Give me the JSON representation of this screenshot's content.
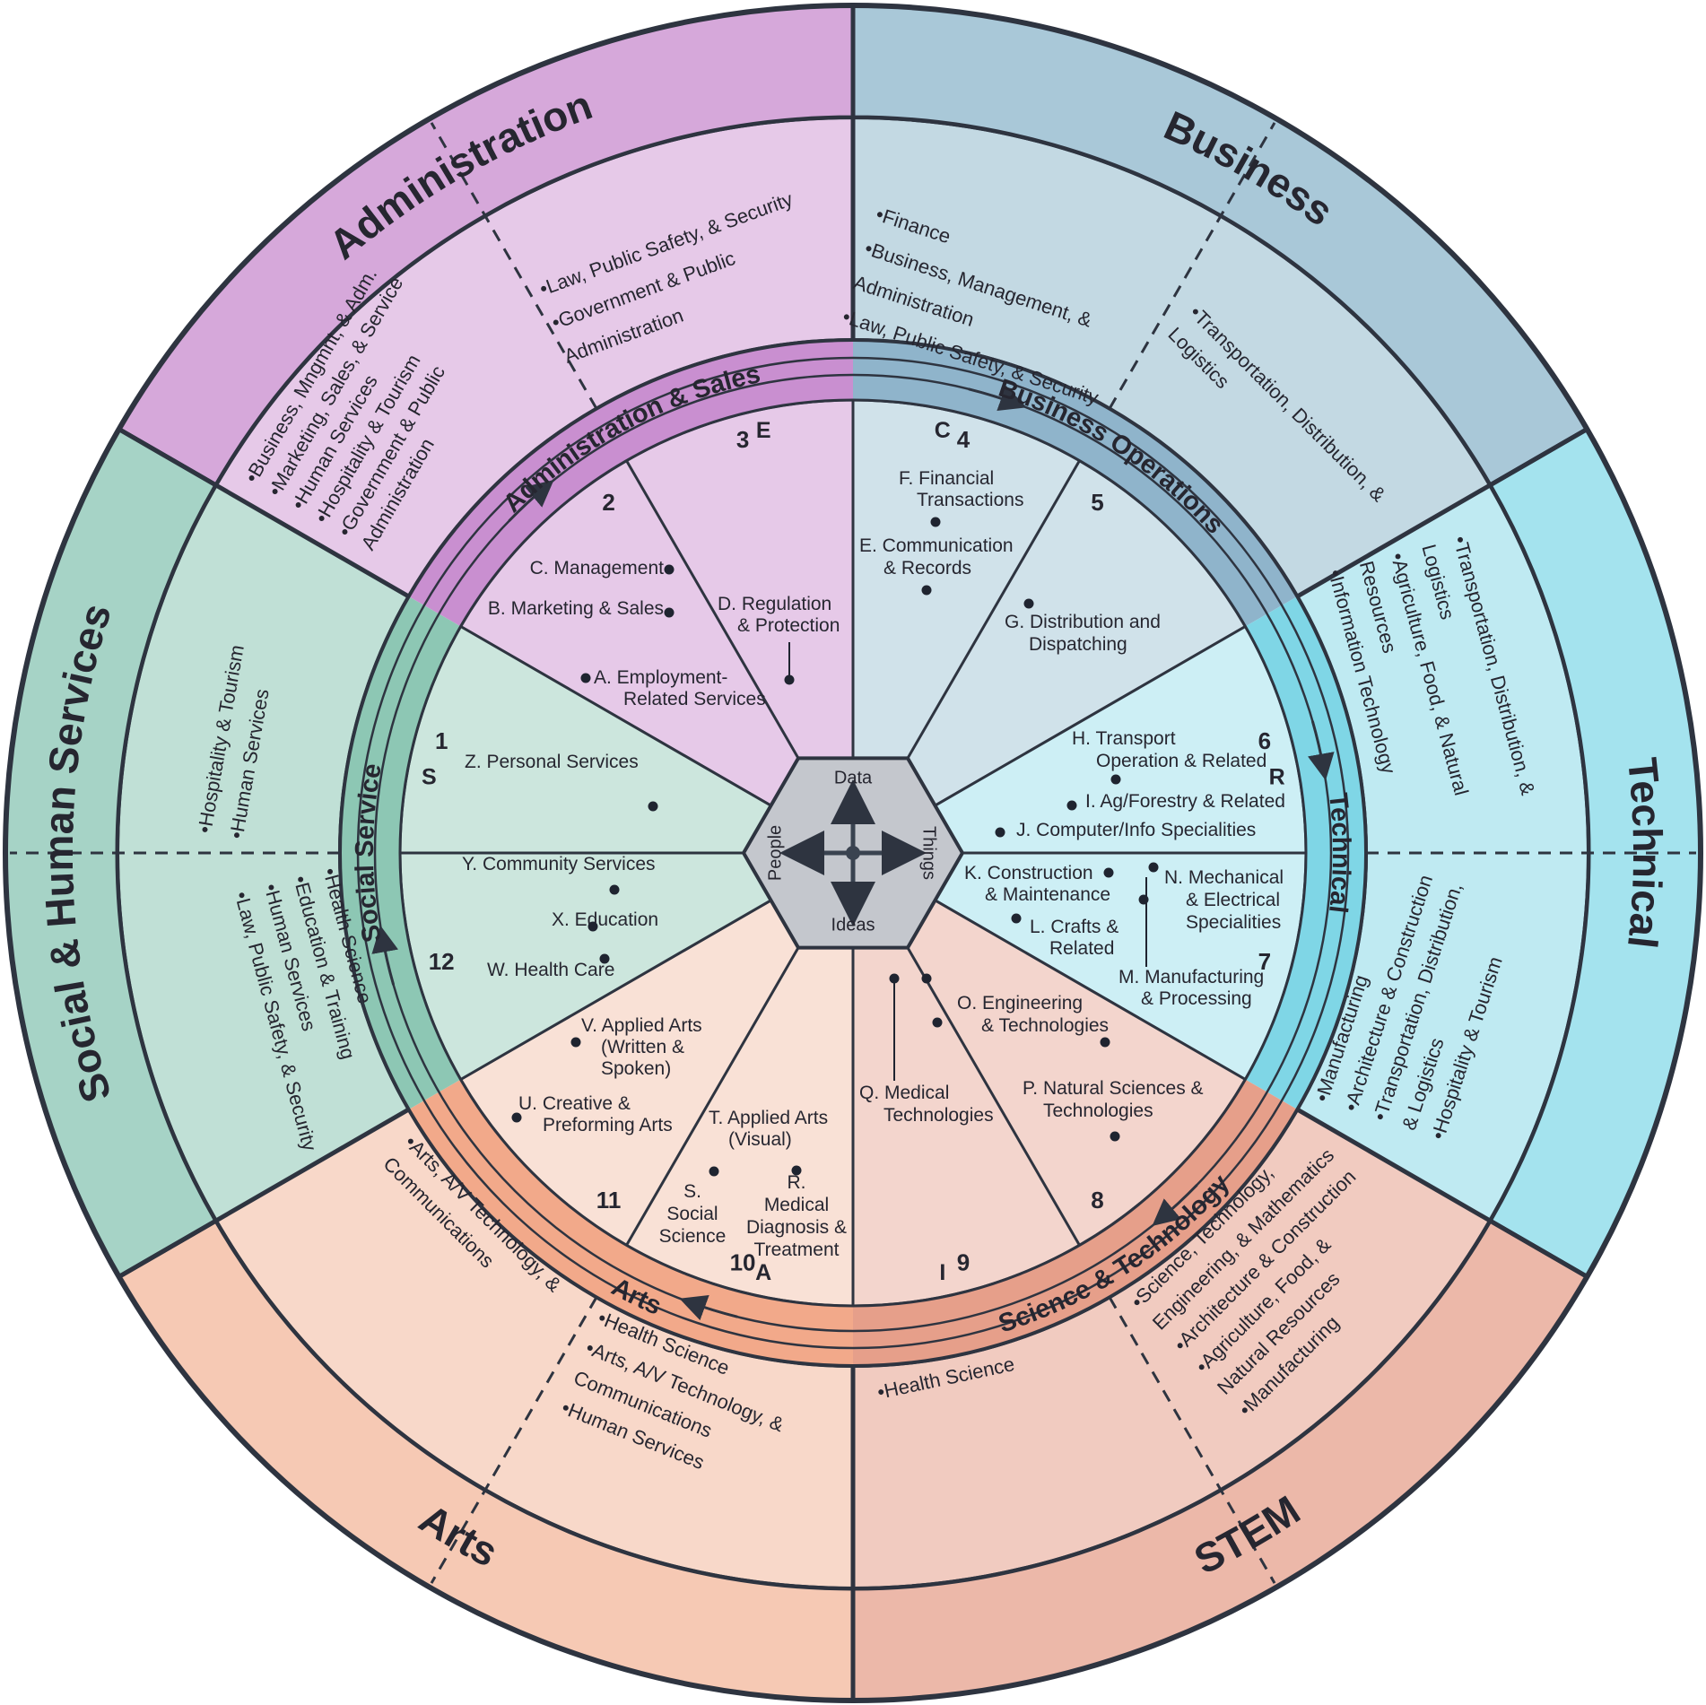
{
  "sectors": [
    {
      "id": "administration",
      "title": "Administration",
      "color": "#d6a8da",
      "light": "#e6c9e8",
      "list_a": [
        "•Business, Mngmnt, & Adm.",
        "•Marketing, Sales, & Service",
        "•Human Services",
        "•Hospitality & Tourism",
        "•Government & Public",
        "Administration"
      ],
      "list_b": [
        "•Law, Public Safety, & Security",
        "•Government & Public",
        "Administration"
      ]
    },
    {
      "id": "business",
      "title": "Business",
      "color": "#a9c8d8",
      "light": "#c3d9e3",
      "list_a": [
        "•Finance",
        "•Business, Management, &",
        "Administration",
        "•Law, Public Safety, & Security"
      ],
      "list_b": [
        "•Transportation, Distribution, &",
        "Logistics"
      ]
    },
    {
      "id": "technical",
      "title": "Technical",
      "color": "#a4e3ee",
      "light": "#bfeaf2",
      "list_a": [
        "•Transportation, Distribution, &",
        "Logistics",
        "•Agriculture, Food, & Natural",
        "Resources",
        "•Information Technology"
      ],
      "list_b": [
        "•Manufacturing",
        "•Architecture & Construction",
        "•Transportation, Distribution,",
        "& Logistics",
        "•Hospitality & Tourism"
      ]
    },
    {
      "id": "stem",
      "title": "STEM",
      "color": "#ecb8a9",
      "light": "#f1cbc0",
      "list_a": [
        "•Science, Technology,",
        "Engineering, & Mathematics",
        "•Architecture & Construction",
        "•Agriculture, Food, &",
        "Natural Resources",
        "•Manufacturing"
      ],
      "list_b": [
        "•Health Science"
      ]
    },
    {
      "id": "arts",
      "title": "Arts",
      "color": "#f6c9b4",
      "light": "#f8d8c9",
      "list_a": [
        "•Health Science",
        "•Arts, A/V Technology, &",
        "Communications",
        "•Human Services"
      ],
      "list_b": [
        "•Arts, A/V Technology, &",
        "Communications"
      ]
    },
    {
      "id": "social",
      "title": "Social & Human Services",
      "color": "#a6d3c6",
      "light": "#c0e0d6",
      "list_a": [
        "•Health Science",
        "•Education & Training",
        "•Human Services",
        "•Law, Public Safety, & Security"
      ],
      "list_b": [
        "•Hospitality & Tourism",
        "•Human Services"
      ]
    }
  ],
  "regions": [
    {
      "label": "Administration & Sales",
      "letter": "E"
    },
    {
      "label": "Business Operations",
      "letter": "C"
    },
    {
      "label": "Technical",
      "letter": "R"
    },
    {
      "label": "Science & Technology",
      "letter": "I"
    },
    {
      "label": "Arts",
      "letter": "A"
    },
    {
      "label": "Social Service",
      "letter": "S"
    }
  ],
  "numbers": [
    "1",
    "2",
    "3",
    "4",
    "5",
    "6",
    "7",
    "8",
    "9",
    "10",
    "11",
    "12"
  ],
  "inner_items": [
    "C. Management",
    "B. Marketing & Sales",
    "A. Employment-",
    "Related Services",
    "D. Regulation",
    "& Protection",
    "F. Financial",
    "Transactions",
    "E. Communication",
    "& Records",
    "G. Distribution and",
    "Dispatching",
    "H. Transport",
    "Operation & Related",
    "I. Ag/Forestry & Related",
    "J. Computer/Info Specialities",
    "K. Construction",
    "& Maintenance",
    "N. Mechanical",
    "& Electrical",
    "Specialities",
    "L. Crafts &",
    "Related",
    "M. Manufacturing",
    "& Processing",
    "O. Engineering",
    "& Technologies",
    "P. Natural Sciences &",
    "Technologies",
    "Q. Medical",
    "Technologies",
    "R.",
    "Medical",
    "Diagnosis &",
    "Treatment",
    "S.",
    "Social",
    "Science",
    "T. Applied Arts",
    "(Visual)",
    "V. Applied Arts",
    "(Written &",
    "Spoken)",
    "U. Creative &",
    "Preforming Arts",
    "Z. Personal Services",
    "Y. Community Services",
    "X. Education",
    "W. Health Care"
  ],
  "hexagon": {
    "top": "Data",
    "right": "Things",
    "bottom": "Ideas",
    "left": "People"
  }
}
